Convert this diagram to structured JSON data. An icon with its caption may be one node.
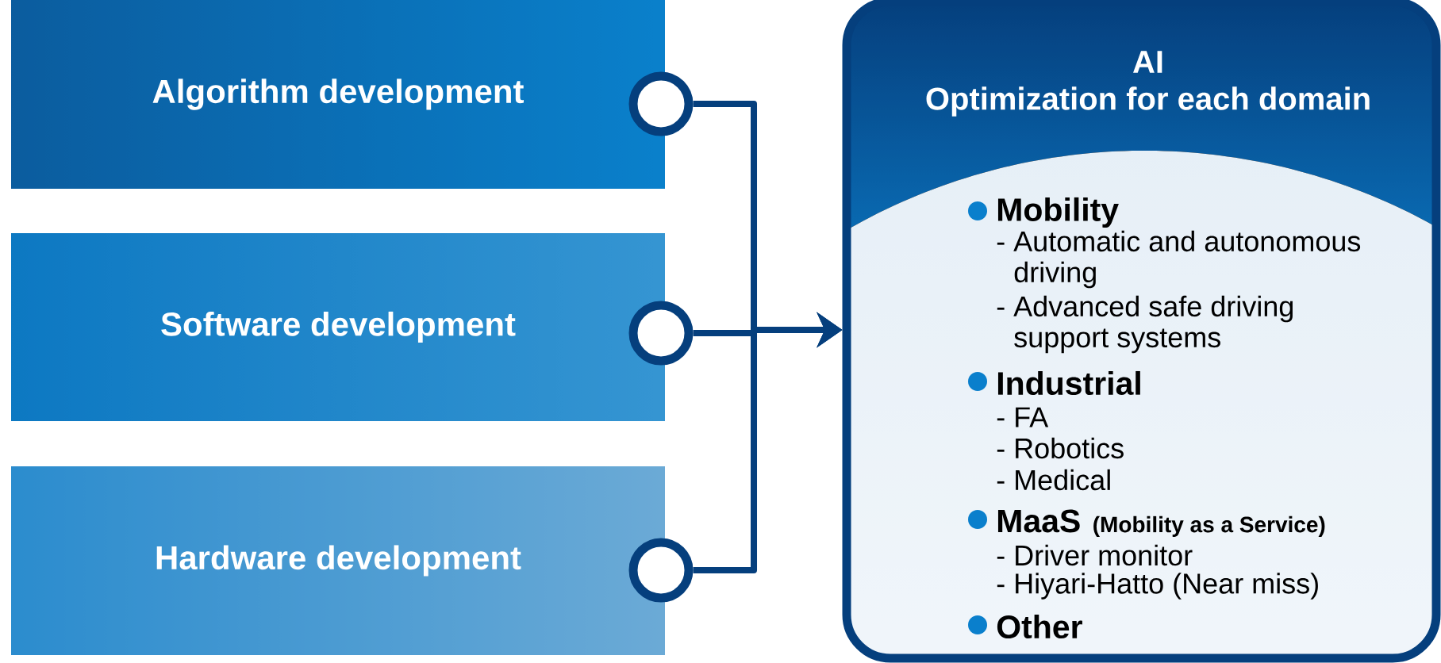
{
  "diagram": {
    "nodes": [
      {
        "text": [
          "Algorithm development"
        ]
      },
      {
        "text": [
          "Software development"
        ]
      },
      {
        "text": [
          "Hardware development"
        ]
      },
      {
        "text": [],
        "shape": "circle"
      },
      {
        "text": [],
        "shape": "circle"
      },
      {
        "text": [],
        "shape": "circle"
      },
      {
        "text": [
          "AI",
          "Optimization for each domain",
          "Mobility",
          "- Automatic and autonomous driving",
          "- Advanced safe driving support systems",
          "Industrial",
          "- FA",
          "- Robotics",
          "- Medical",
          "MaaS",
          "(Mobility as a Service)",
          "- Driver monitor",
          "- Hiyari-Hatto (Near miss)",
          "Other"
        ]
      }
    ],
    "edges": [
      {
        "from": 3,
        "to": 6,
        "arrow": "to"
      },
      {
        "from": 4,
        "to": 6,
        "arrow": "to"
      },
      {
        "from": 5,
        "to": 6,
        "arrow": "to"
      }
    ]
  }
}
